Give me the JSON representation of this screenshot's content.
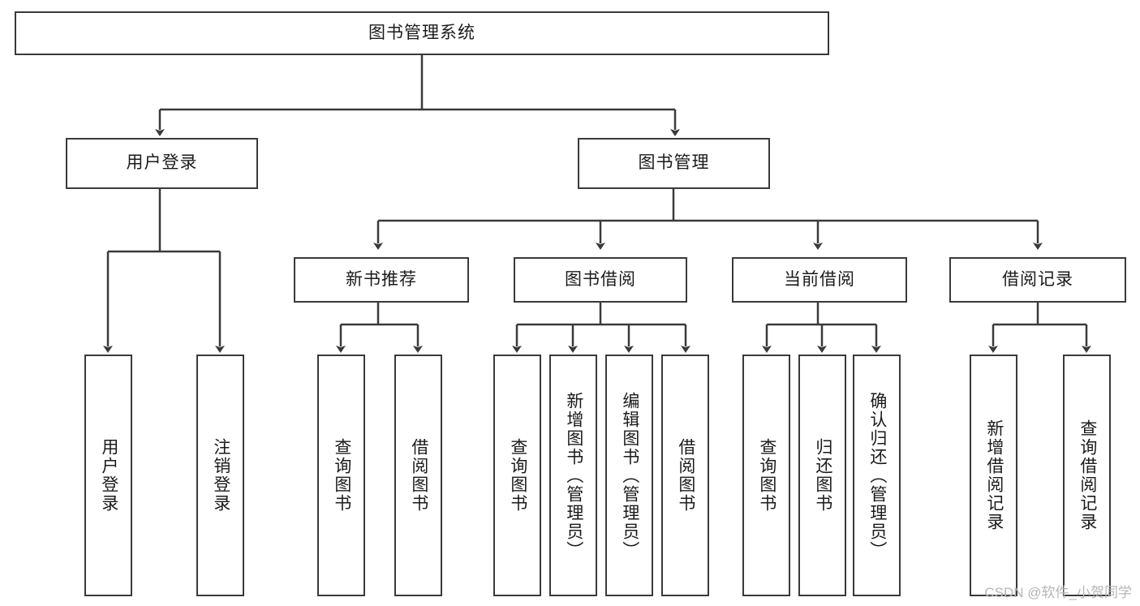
{
  "diagram": {
    "type": "tree-hierarchy-diagram",
    "title": "图书管理系统",
    "watermark": "CSDN @软件_小贺同学",
    "colors": {
      "stroke": "#3a3a3a",
      "fill": "#ffffff",
      "text": "#1b1b1b",
      "watermark": "#b6b6b6"
    },
    "nodes": {
      "root": {
        "label": "图书管理系统"
      },
      "level2": [
        {
          "id": "user-login",
          "label": "用户登录"
        },
        {
          "id": "book-manage",
          "label": "图书管理"
        }
      ],
      "level3": [
        {
          "id": "new-book-recommend",
          "label": "新书推荐"
        },
        {
          "id": "book-borrow",
          "label": "图书借阅"
        },
        {
          "id": "current-borrow",
          "label": "当前借阅"
        },
        {
          "id": "borrow-record",
          "label": "借阅记录"
        }
      ],
      "leaves": {
        "user-login": [
          {
            "id": "leaf-user-login",
            "label": "用户登录"
          },
          {
            "id": "leaf-logout-login",
            "label": "注销登录"
          }
        ],
        "new-book-recommend": [
          {
            "id": "leaf-query-book-1",
            "label": "查询图书"
          },
          {
            "id": "leaf-borrow-book-1",
            "label": "借阅图书"
          }
        ],
        "book-borrow": [
          {
            "id": "leaf-query-book-2",
            "label": "查询图书"
          },
          {
            "id": "leaf-add-book",
            "label": "新增图书（管理员）"
          },
          {
            "id": "leaf-edit-book",
            "label": "编辑图书（管理员）"
          },
          {
            "id": "leaf-borrow-book-2",
            "label": "借阅图书"
          }
        ],
        "current-borrow": [
          {
            "id": "leaf-query-book-3",
            "label": "查询图书"
          },
          {
            "id": "leaf-return-book",
            "label": "归还图书"
          },
          {
            "id": "leaf-confirm-return",
            "label": "确认归还（管理员）"
          }
        ],
        "borrow-record": [
          {
            "id": "leaf-add-record",
            "label": "新增借阅记录"
          },
          {
            "id": "leaf-query-record",
            "label": "查询借阅记录"
          }
        ]
      }
    }
  }
}
